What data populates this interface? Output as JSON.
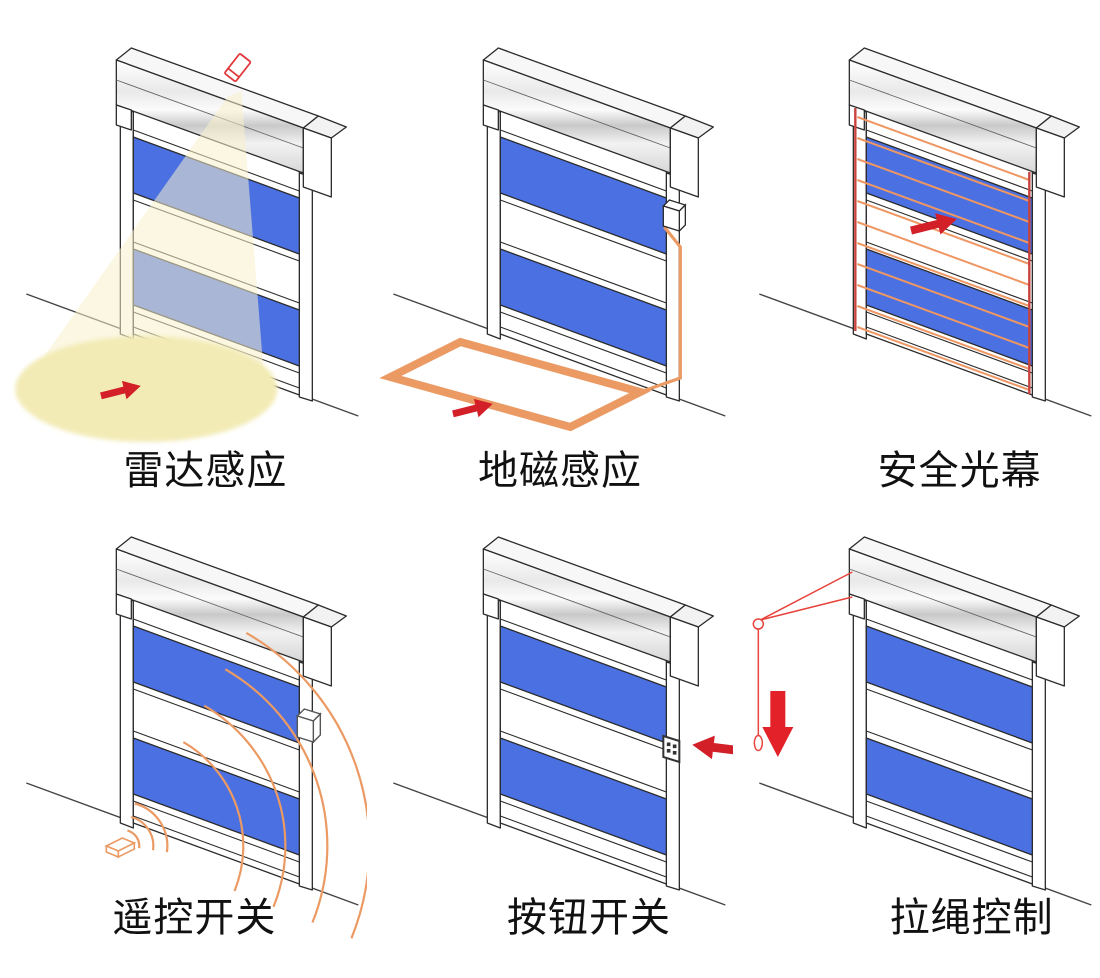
{
  "figure": {
    "description_visible_text_only": true,
    "cells": [
      {
        "key": "radar-sensing",
        "label": "雷达感应"
      },
      {
        "key": "ground-loop",
        "label": "地磁感应"
      },
      {
        "key": "light-curtain",
        "label": "安全光幕"
      },
      {
        "key": "remote-switch",
        "label": "遥控开关"
      },
      {
        "key": "push-button",
        "label": "按钮开关"
      },
      {
        "key": "pull-rope",
        "label": "拉绳控制"
      }
    ]
  },
  "colors": {
    "background": "#ffffff",
    "door_blue": "#4a70e2",
    "outline_dark": "#2b2b2b",
    "accent_red": "#d31f28",
    "device_red": "#e2383d",
    "rope_red": "#e8433c",
    "curtain_side_red": "#c9423d",
    "signal_orange": "#eb9a64",
    "beam_orange": "#ee9763",
    "light_pool_yellow": "#f3ebb5",
    "light_cone_yellow": "#f8f1ca",
    "ground_line": "#444444"
  }
}
